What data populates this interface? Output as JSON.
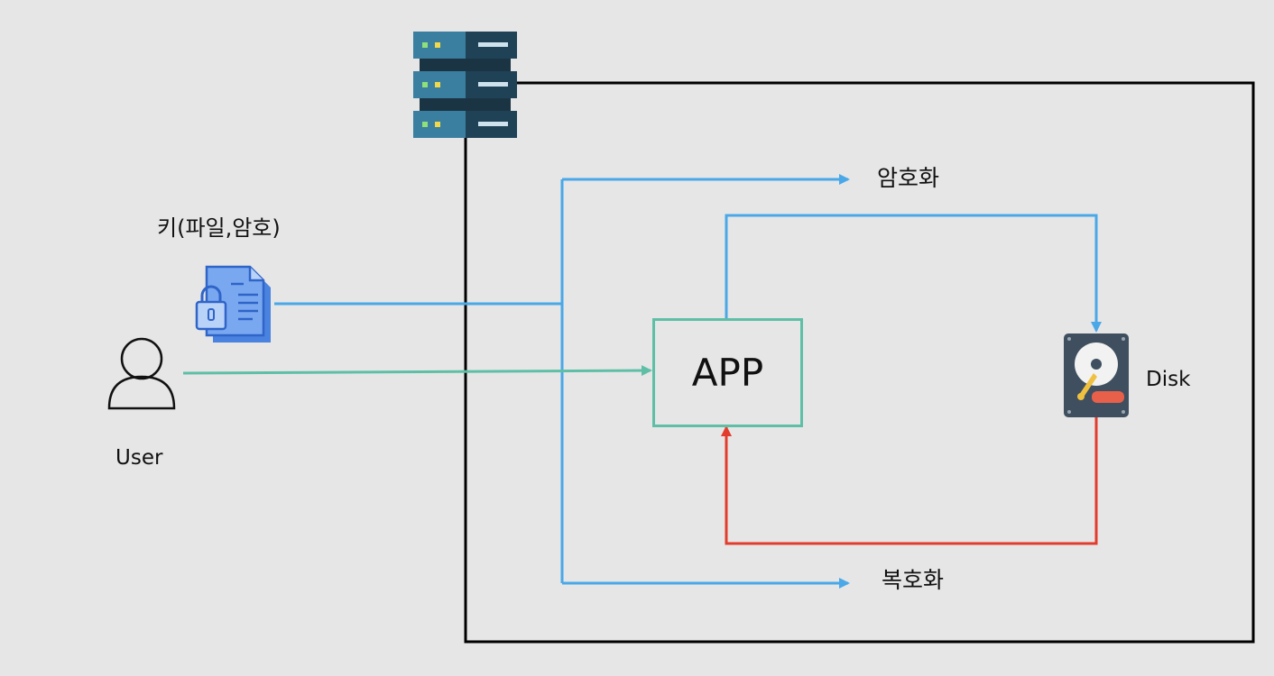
{
  "labels": {
    "key_file": "키(파일,암호)",
    "user": "User",
    "encrypt": "암호화",
    "decrypt": "복호화",
    "disk": "Disk",
    "app": "APP"
  },
  "colors": {
    "background": "#e6e6e6",
    "blue_flow": "#4aa8e8",
    "teal_flow": "#5fbfa6",
    "red_flow": "#e23c2c",
    "boundary": "#000000"
  },
  "icons": {
    "server": "server-rack-icon",
    "key_file": "locked-document-icon",
    "user": "user-outline-icon",
    "disk": "hard-disk-icon"
  }
}
